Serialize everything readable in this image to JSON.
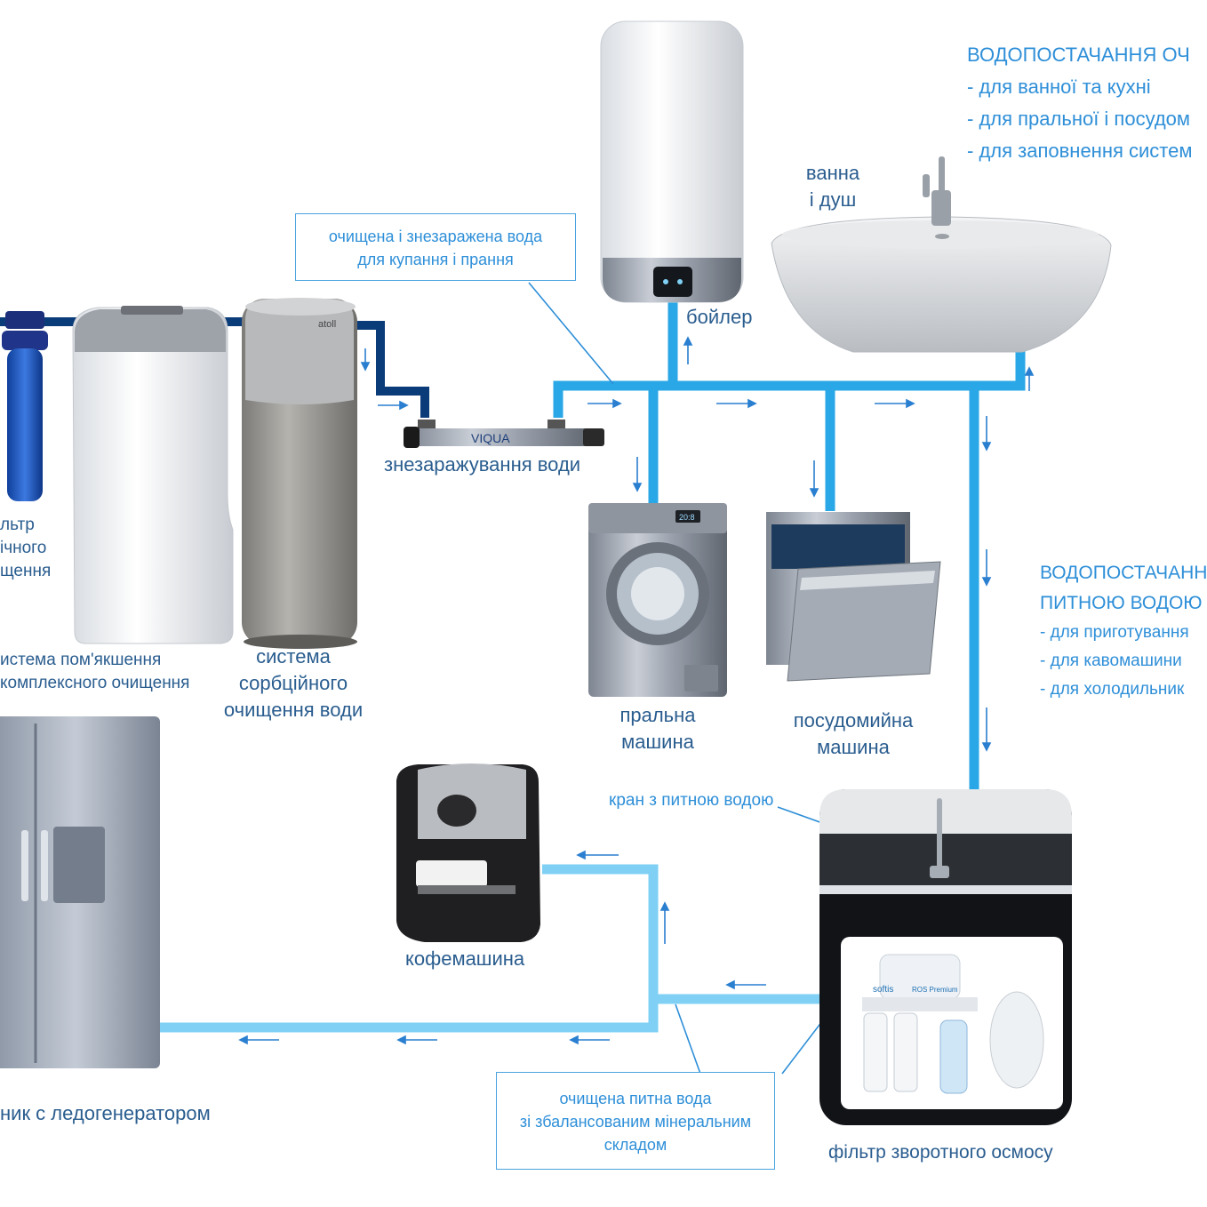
{
  "header_main": {
    "title": "ВОДОПОСТАЧАННЯ ОЧ",
    "items": [
      "- для ванної та кухні",
      "- для пральної і посудом",
      "- для заповнення систем"
    ]
  },
  "header_drink": {
    "title_1": "ВОДОПОСТАЧАНН",
    "title_2": "ПИТНОЮ ВОДОЮ",
    "items": [
      "- для приготування",
      "- для кавомашини",
      "- для холодильник"
    ]
  },
  "labels": {
    "filter": [
      "льтр",
      "ічного",
      "щення"
    ],
    "softener": [
      "истема пом'якшення",
      "комплексного очищення"
    ],
    "sorption": [
      "система",
      "сорбційного",
      "очищення води"
    ],
    "uv": "знезаражування води",
    "boiler": "бойлер",
    "bath": [
      "ванна",
      "і душ"
    ],
    "washer": [
      "пральна",
      "машина"
    ],
    "dishwasher": [
      "посудомийна",
      "машина"
    ],
    "faucet": "кран з питною водою",
    "coffee": "кофемашина",
    "fridge": "ник с ледогенератором",
    "osmosis": "фільтр зворотного осмосу"
  },
  "notes": {
    "wash": [
      "очищена і знезаражена вода",
      "для купання і прання"
    ],
    "drink": [
      "очищена питна вода",
      "зі збалансованим мінеральним",
      "складом"
    ]
  },
  "brands": {
    "uv": "VIQUA",
    "sorption": "atoll",
    "osmosis": "softis",
    "osmosis_model": "ROS Premium",
    "washer_display": "20:8"
  },
  "colors": {
    "pipe_dark": "#0b3c7a",
    "pipe_main": "#2aa7e6",
    "pipe_light": "#7fd0f4",
    "arrow": "#2a7fd0",
    "label": "#2a5d8f",
    "accent": "#2e8fd8"
  }
}
